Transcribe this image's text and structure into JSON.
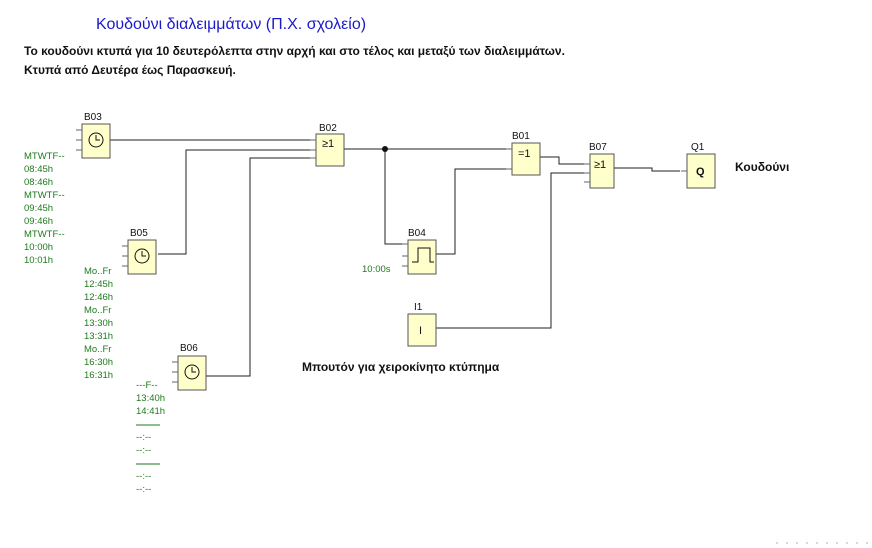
{
  "title": "Κουδούνι διαλειμμάτων (Π.Χ. σχολείο)",
  "description": [
    "Το κουδούνι κτυπά για 10 δευτερόλεπτα στην αρχή και στο τέλος και μεταξύ των διαλειμμάτων.",
    "Κτυπά από Δευτέρα έως Παρασκευή."
  ],
  "blocks": {
    "B03": {
      "label": "B03",
      "params": [
        "MTWTF--",
        "08:45h",
        "08:46h",
        "MTWTF--",
        "09:45h",
        "09:46h",
        "MTWTF--",
        "10:00h",
        "10:01h"
      ]
    },
    "B05": {
      "label": "B05",
      "params": [
        "Mo..Fr",
        "12:45h",
        "12:46h",
        "Mo..Fr",
        "13:30h",
        "13:31h",
        "Mo..Fr",
        "16:30h",
        "16:31h"
      ]
    },
    "B06": {
      "label": "B06",
      "params": [
        "---F--",
        "13:40h",
        "14:41h",
        "",
        "--:--",
        "--:--",
        "",
        "--:--",
        "--:--"
      ]
    },
    "B02": {
      "label": "B02",
      "symbol": "≥1"
    },
    "B01": {
      "label": "B01",
      "symbol": "=1"
    },
    "B04": {
      "label": "B04",
      "param": "10:00s"
    },
    "B07": {
      "label": "B07",
      "symbol": "≥1"
    },
    "Q1": {
      "label": "Q1",
      "symbol": "Q"
    },
    "I1": {
      "label": "I1",
      "symbol": "I"
    }
  },
  "annotations": {
    "output": "Κουδούνι",
    "button": "Μπουτόν για χειροκίνητο κτύπημα"
  }
}
